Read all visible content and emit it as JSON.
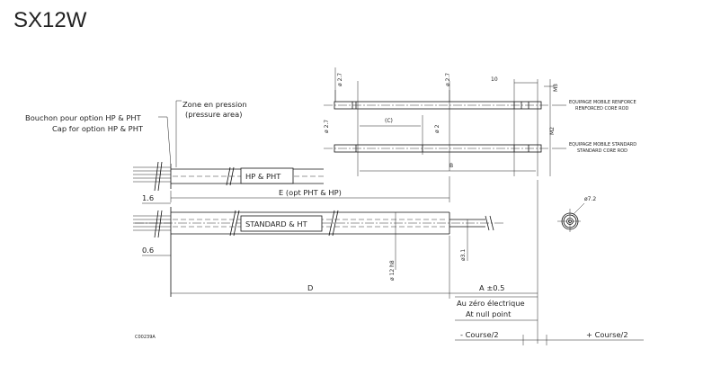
{
  "title": "SX12W",
  "labels": {
    "bouchon_fr": "Bouchon pour option HP & PHT",
    "bouchon_en": "Cap for option HP & PHT",
    "zone_fr": "Zone en pression",
    "zone_en": "(pressure area)",
    "hp_pht": "HP & PHT",
    "standard_ht": "STANDARD & HT",
    "e_dim": "E (opt PHT & HP)",
    "d_dim": "D",
    "a_dim": "A ±0.5",
    "null_fr": "Au zéro électrique",
    "null_en": "At null point",
    "course_minus": "- Course/2",
    "course_plus": "+ Course/2",
    "dim_1_6": "1.6",
    "dim_0_6": "0.6",
    "dim_12h8": "ø 12 h8",
    "dim_3_1": "ø3.1",
    "dim_7_2": "ø7.2",
    "rod_d27a": "ø 2.7",
    "rod_d27b": "ø 2.7",
    "rod_d27c": "ø 2.7",
    "rod_d2": "ø 2",
    "rod_c": "(C)",
    "rod_b": "B",
    "rod_10": "10",
    "rod_m3": "M3",
    "rod_m2": "M2",
    "reinf_fr": "EQUIPAGE MOBILE RENFORCE",
    "reinf_en": "RENFORCED CORE ROD",
    "std_fr": "EQUIPAGE MOBILE STANDARD",
    "std_en": "STANDARD CORE ROD",
    "ref": "C00239A"
  }
}
